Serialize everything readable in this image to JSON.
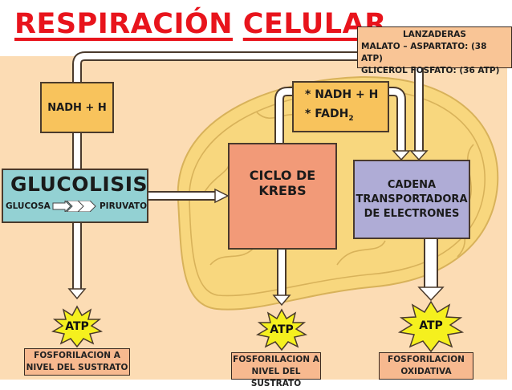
{
  "title": {
    "word1": "RESPIRACIÓN",
    "word2": "CELULAR",
    "color": "#e8141c"
  },
  "shuttles": {
    "heading": "LANZADERAS",
    "lines": [
      "MALATO – ASPARTATO: (38 ATP)",
      "GLICEROL FOSFATO: (36 ATP)"
    ]
  },
  "glycolysis": {
    "label": "GLUCOLISIS",
    "input": "GLUCOSA",
    "output": "PIRUVATO",
    "product": "NADH + H",
    "color": "#93d1d3"
  },
  "krebs": {
    "line1": "CICLO DE",
    "line2": "KREBS",
    "products": [
      "* NADH + H",
      "* FADH"
    ],
    "fadh_subscript": "2",
    "color": "#f29a78"
  },
  "electron_chain": {
    "lines": [
      "CADENA",
      "TRANSPORTADORA",
      "DE ELECTRONES"
    ],
    "color": "#afacd6"
  },
  "outputs": [
    {
      "badge": "ATP",
      "lines": [
        "FOSFORILACION A",
        "NIVEL DEL SUSTRATO"
      ]
    },
    {
      "badge": "ATP",
      "lines": [
        "FOSFORILACION A",
        "NIVEL DEL SUSTRATO"
      ]
    },
    {
      "badge": "ATP",
      "lines": [
        "FOSFORILACION",
        "OXIDATIVA"
      ]
    }
  ],
  "colors": {
    "background": "#fcdcb4",
    "mitochondrion": "#f8d77e",
    "nadh_box": "#f8c35c",
    "atp_burst": "#f5f01e",
    "label_box": "#f7b98f"
  }
}
